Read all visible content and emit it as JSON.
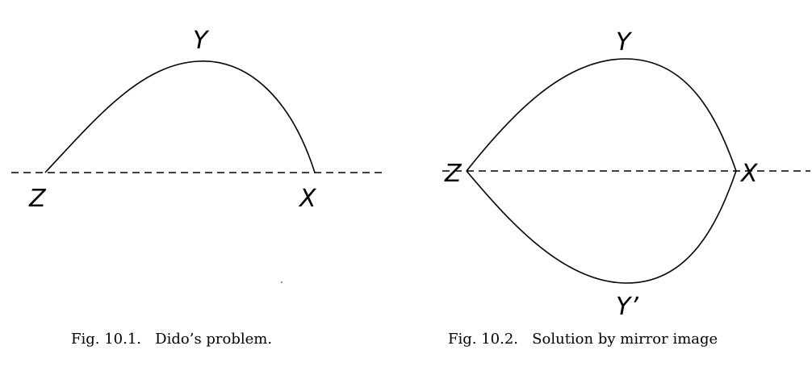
{
  "figures": [
    {
      "caption": "Fig. 10.1.   Dido’s problem.",
      "labels": {
        "top": "Y",
        "left": "Z",
        "right": "X"
      }
    },
    {
      "caption": "Fig. 10.2.   Solution by mirror image",
      "labels": {
        "top": "Y",
        "left": "Z",
        "right": "X",
        "bottom": "Y’"
      }
    }
  ]
}
